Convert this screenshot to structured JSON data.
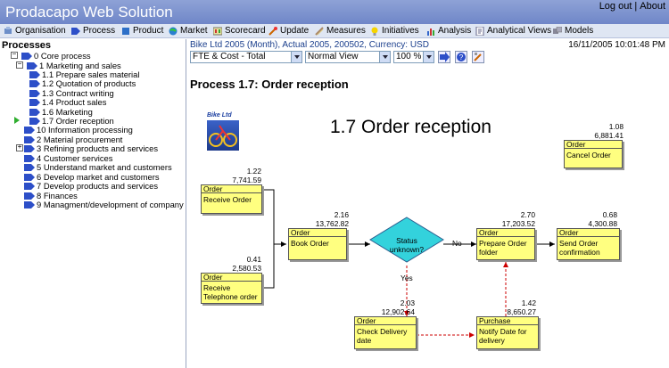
{
  "app": {
    "title": "Prodacapo Web Solution",
    "logout": "Log out",
    "about": "About",
    "link_sep": "|"
  },
  "nav": {
    "items": [
      {
        "label": "Organisation",
        "icon": "organisation-icon"
      },
      {
        "label": "Process",
        "icon": "process-icon"
      },
      {
        "label": "Product",
        "icon": "product-icon"
      },
      {
        "label": "Market",
        "icon": "market-icon"
      },
      {
        "label": "Scorecard",
        "icon": "scorecard-icon"
      },
      {
        "label": "Update",
        "icon": "update-icon"
      },
      {
        "label": "Measures",
        "icon": "measures-icon"
      },
      {
        "label": "Initiatives",
        "icon": "initiatives-icon"
      },
      {
        "label": "Analysis",
        "icon": "analysis-icon"
      },
      {
        "label": "Analytical Views",
        "icon": "analytical-views-icon"
      },
      {
        "label": "Models",
        "icon": "models-icon"
      }
    ]
  },
  "tree": {
    "title": "Processes",
    "items": [
      {
        "label": "0 Core process",
        "expander": "−"
      },
      {
        "label": "1 Marketing and sales",
        "expander": "−"
      },
      {
        "label": "1.1 Prepare sales material"
      },
      {
        "label": "1.2 Quotation of products"
      },
      {
        "label": "1.3 Contract writing"
      },
      {
        "label": "1.4 Product sales"
      },
      {
        "label": "1.6 Marketing"
      },
      {
        "label": "1.7 Order reception",
        "current": true
      },
      {
        "label": "10 Information processing"
      },
      {
        "label": "2 Material procurement"
      },
      {
        "label": "3 Refining products and services",
        "expander": "+"
      },
      {
        "label": "4 Customer services"
      },
      {
        "label": "5 Understand market and customers"
      },
      {
        "label": "6 Develop market and customers"
      },
      {
        "label": "7 Develop products and services"
      },
      {
        "label": "8 Finances"
      },
      {
        "label": "9 Managment/development of company"
      }
    ]
  },
  "main": {
    "breadcrumb": "Bike Ltd 2005 (Month), Actual 2005, 200502, Currency: USD",
    "datetime": "16/11/2005 10:01:48 PM",
    "measure_select": "FTE & Cost - Total",
    "view_select": "Normal View",
    "zoom_select": "100 %",
    "page_title": "Process 1.7: Order reception"
  },
  "diagram": {
    "title": "1.7 Order reception",
    "logo_text": "Bike Ltd",
    "nodes": [
      {
        "id": "cancel",
        "type": "Order",
        "label": "Cancel Order",
        "fte": "1.08",
        "cost": "6,881.41"
      },
      {
        "id": "receive",
        "type": "Order",
        "label": "Receive Order",
        "fte": "1.22",
        "cost": "7,741.59"
      },
      {
        "id": "telephone",
        "type": "Order",
        "label": "Receive Telephone order",
        "fte": "0.41",
        "cost": "2,580.53"
      },
      {
        "id": "book",
        "type": "Order",
        "label": "Book Order",
        "fte": "2.16",
        "cost": "13,762.82"
      },
      {
        "id": "folder",
        "type": "Order",
        "label": "Prepare Order folder",
        "fte": "2.70",
        "cost": "17,203.52"
      },
      {
        "id": "confirm",
        "type": "Order",
        "label": "Send Order confirmation",
        "fte": "0.68",
        "cost": "4,300.88"
      },
      {
        "id": "check",
        "type": "Order",
        "label": "Check Delivery date",
        "fte": "2.03",
        "cost": "12,902.64"
      },
      {
        "id": "notify",
        "type": "Purchase",
        "label": "Notify Date for delivery",
        "fte": "1.42",
        "cost": "8,650.27"
      }
    ],
    "decision": "Status unknown?",
    "edge_no": "No",
    "edge_yes": "Yes"
  }
}
